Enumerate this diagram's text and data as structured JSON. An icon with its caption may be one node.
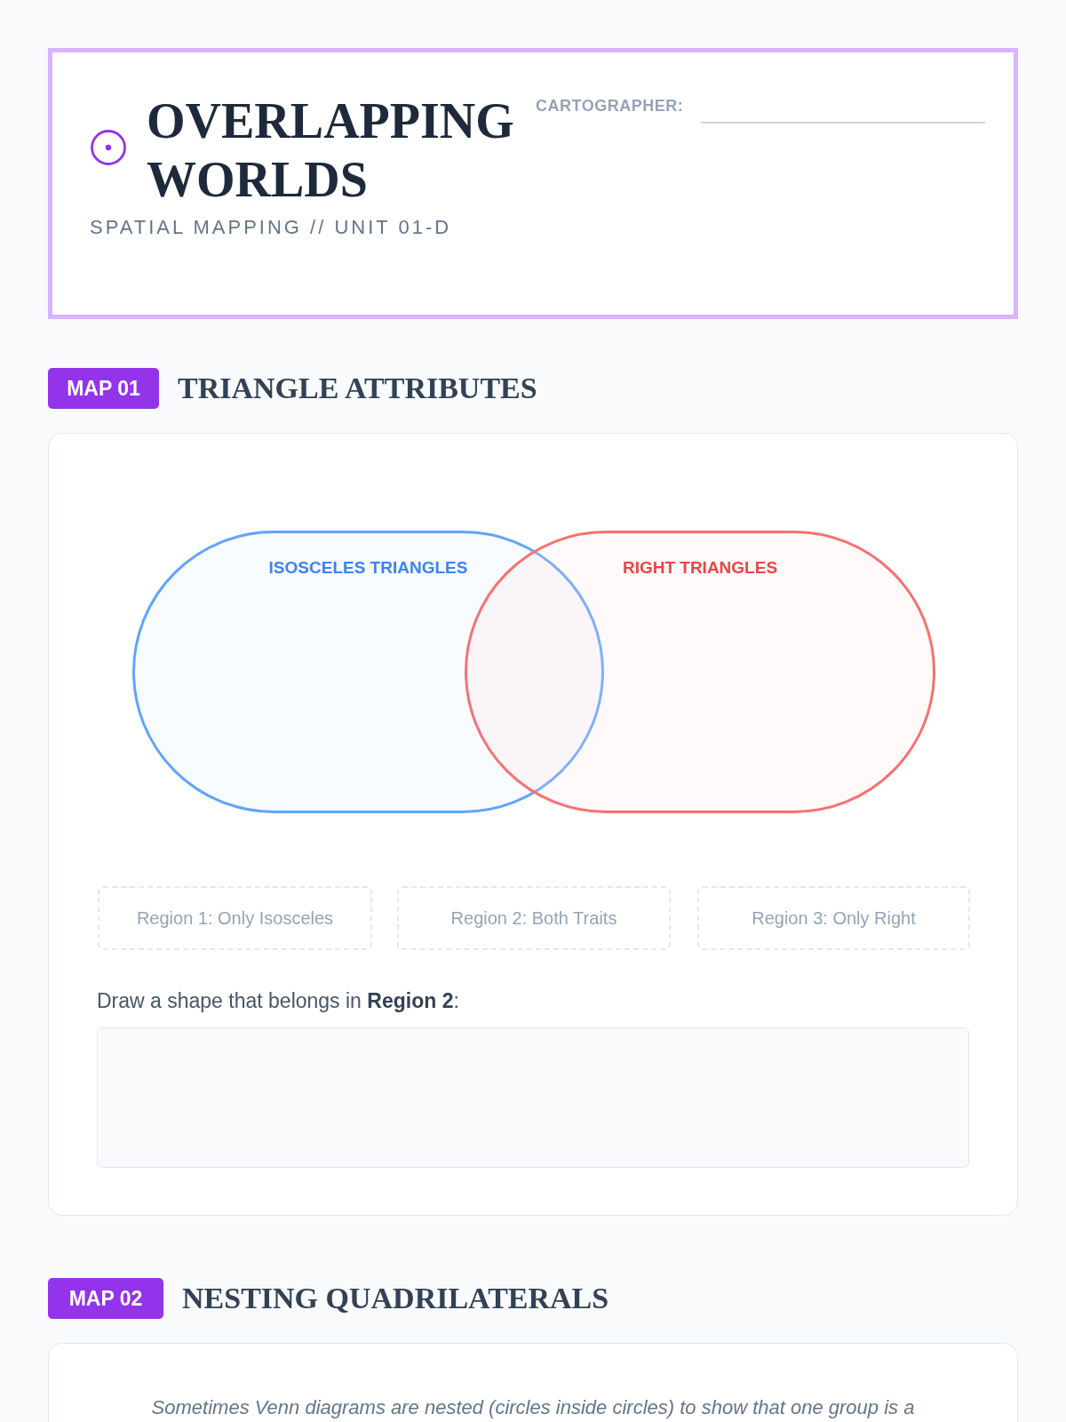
{
  "diagram": {
    "title": "OVERLAPPING WORLDS",
    "nodes": [
      {
        "text": [
          "SPATIAL MAPPING // UNIT 01-D",
          "CARTOGRAPHER:"
        ]
      },
      {
        "text": [
          "MAP 01"
        ],
        "beside": [
          "TRIANGLE ATTRIBUTES"
        ]
      },
      {
        "text": [
          "Draw a shape that belongs in **Region 2**:"
        ]
      },
      {
        "text": [
          "ISOSCELES TRIANGLES"
        ],
        "in": 2
      },
      {
        "text": [
          "RIGHT TRIANGLES"
        ],
        "in": 2
      },
      {
        "text": [
          "Region 1: Only Isosceles"
        ],
        "in": 2
      },
      {
        "text": [
          "Region 2: Both Traits"
        ],
        "in": 2
      },
      {
        "text": [
          "Region 3: Only Right"
        ],
        "in": 2
      },
      {
        "text": [
          "MAP 02"
        ],
        "beside": [
          "NESTING QUADRILATERALS"
        ]
      },
      {
        "text": [
          "Sometimes Venn diagrams are nested (circles inside circles) to show that one group is a"
        ]
      }
    ]
  }
}
